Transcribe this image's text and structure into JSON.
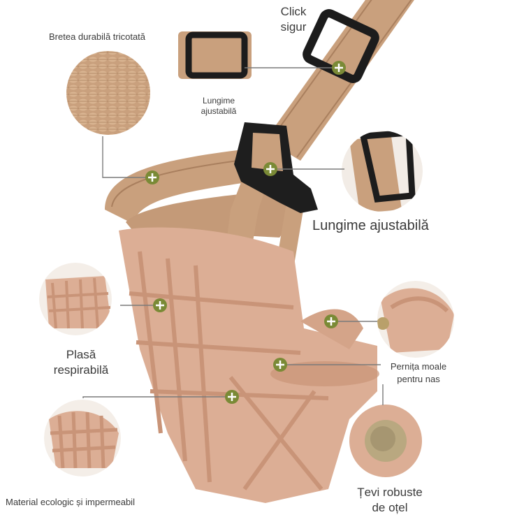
{
  "labels": {
    "click_line1": "Click",
    "click_line2": "sigur",
    "strap": "Bretea durabilă tricotată",
    "adjust_small_line1": "Lungime",
    "adjust_small_line2": "ajustabilă",
    "adjust_big": "Lungime ajustabilă",
    "mesh_line1": "Plasă",
    "mesh_line2": "respirabilă",
    "nose_line1": "Pernița moale",
    "nose_line2": "pentru nas",
    "material": "Material ecologic și impermeabil",
    "steel_line1": "Țevi robuste",
    "steel_line2": "de oțel"
  },
  "colors": {
    "plastic": "#dcae95",
    "plastic_dark": "#c99478",
    "strap": "#c9a07d",
    "strap_dark": "#a97f5e",
    "buckle": "#1c1c1c",
    "marker": "#7a8a36",
    "line": "#7a7a7a"
  }
}
